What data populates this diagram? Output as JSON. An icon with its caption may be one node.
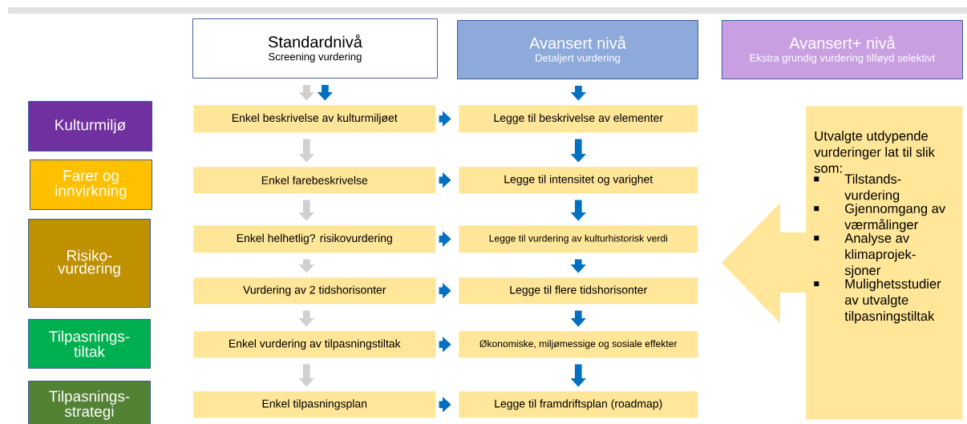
{
  "diagram": {
    "nodes": [
      {
        "text": [
          "Standardnivå",
          "Screening vurdering"
        ]
      },
      {
        "text": [
          "Avansert nivå",
          "Detaljert vurdering"
        ]
      },
      {
        "text": [
          "Avansert+ nivå",
          "Ekstra grundig vurdering tilføyd selektivt"
        ]
      },
      {
        "text": [
          "Kulturmiljø"
        ]
      },
      {
        "text": [
          "Farer og innvirkning"
        ]
      },
      {
        "text": [
          "Risiko- vurdering"
        ]
      },
      {
        "text": [
          "Tilpasnings- tiltak"
        ]
      },
      {
        "text": [
          "Tilpasnings- strategi"
        ]
      },
      {
        "text": [
          "Enkel beskrivelse av kulturmiljøet"
        ]
      },
      {
        "text": [
          "Enkel farebeskrivelse"
        ]
      },
      {
        "text": [
          "Enkel helhetlig? risikovurdering"
        ]
      },
      {
        "text": [
          "Vurdering av 2 tidshorisonter"
        ]
      },
      {
        "text": [
          "Enkel vurdering av tilpasningstiltak"
        ]
      },
      {
        "text": [
          "Enkel tilpasningsplan"
        ]
      },
      {
        "text": [
          "Legge til beskrivelse av elementer"
        ]
      },
      {
        "text": [
          "Legge til intensitet og varighet"
        ]
      },
      {
        "text": [
          "Legge til vurdering av kulturhistorisk verdi"
        ]
      },
      {
        "text": [
          "Legge til flere tidshorisonter"
        ]
      },
      {
        "text": [
          "Økonomiske, miljømessige og sosiale effekter"
        ]
      },
      {
        "text": [
          "Legge til framdriftsplan (roadmap)"
        ]
      },
      {
        "text": [
          "Utvalgte utdypende vurderinger lat til slik som:",
          "Tilstands- vurdering",
          "Gjennomgang av værmålinger",
          "Analyse av klimaprojek- sjoner",
          "Mulighetsstudier av utvalgte tilpasningstiltak"
        ]
      }
    ],
    "edges": [
      {
        "from": 0,
        "to": 8,
        "arrow": "to",
        "color": "#d0d0d0"
      },
      {
        "from": 0,
        "to": 8,
        "arrow": "to"
      },
      {
        "from": 8,
        "to": 9,
        "arrow": "to",
        "color": "#d0d0d0"
      },
      {
        "from": 9,
        "to": 10,
        "arrow": "to",
        "color": "#d0d0d0"
      },
      {
        "from": 10,
        "to": 11,
        "arrow": "to",
        "color": "#d0d0d0"
      },
      {
        "from": 11,
        "to": 12,
        "arrow": "to",
        "color": "#d0d0d0"
      },
      {
        "from": 12,
        "to": 13,
        "arrow": "to",
        "color": "#d0d0d0"
      },
      {
        "from": 1,
        "to": 14,
        "arrow": "to"
      },
      {
        "from": 14,
        "to": 15,
        "arrow": "to"
      },
      {
        "from": 15,
        "to": 16,
        "arrow": "to"
      },
      {
        "from": 16,
        "to": 17,
        "arrow": "to"
      },
      {
        "from": 17,
        "to": 18,
        "arrow": "to"
      },
      {
        "from": 18,
        "to": 19,
        "arrow": "to"
      },
      {
        "from": 8,
        "to": 14,
        "arrow": "to"
      },
      {
        "from": 9,
        "to": 15,
        "arrow": "to"
      },
      {
        "from": 10,
        "to": 16,
        "arrow": "to"
      },
      {
        "from": 11,
        "to": 17,
        "arrow": "to"
      },
      {
        "from": 12,
        "to": 18,
        "arrow": "to"
      },
      {
        "from": 13,
        "to": 19,
        "arrow": "to"
      }
    ]
  }
}
